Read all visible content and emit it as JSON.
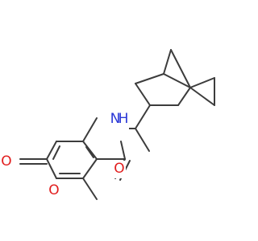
{
  "molecule": {
    "atom_labels": [
      {
        "id": "N",
        "text": "N",
        "color": "#2a37d6"
      },
      {
        "id": "H",
        "text": "H",
        "color": "#2a37d6"
      },
      {
        "id": "O_carbonyl",
        "text": "O",
        "color": "#e11d1d"
      },
      {
        "id": "O_ring",
        "text": "O",
        "color": "#e11d1d"
      },
      {
        "id": "O_lactone",
        "text": "O",
        "color": "#e11d1d"
      }
    ],
    "bond_color": "#3c3c3c"
  }
}
